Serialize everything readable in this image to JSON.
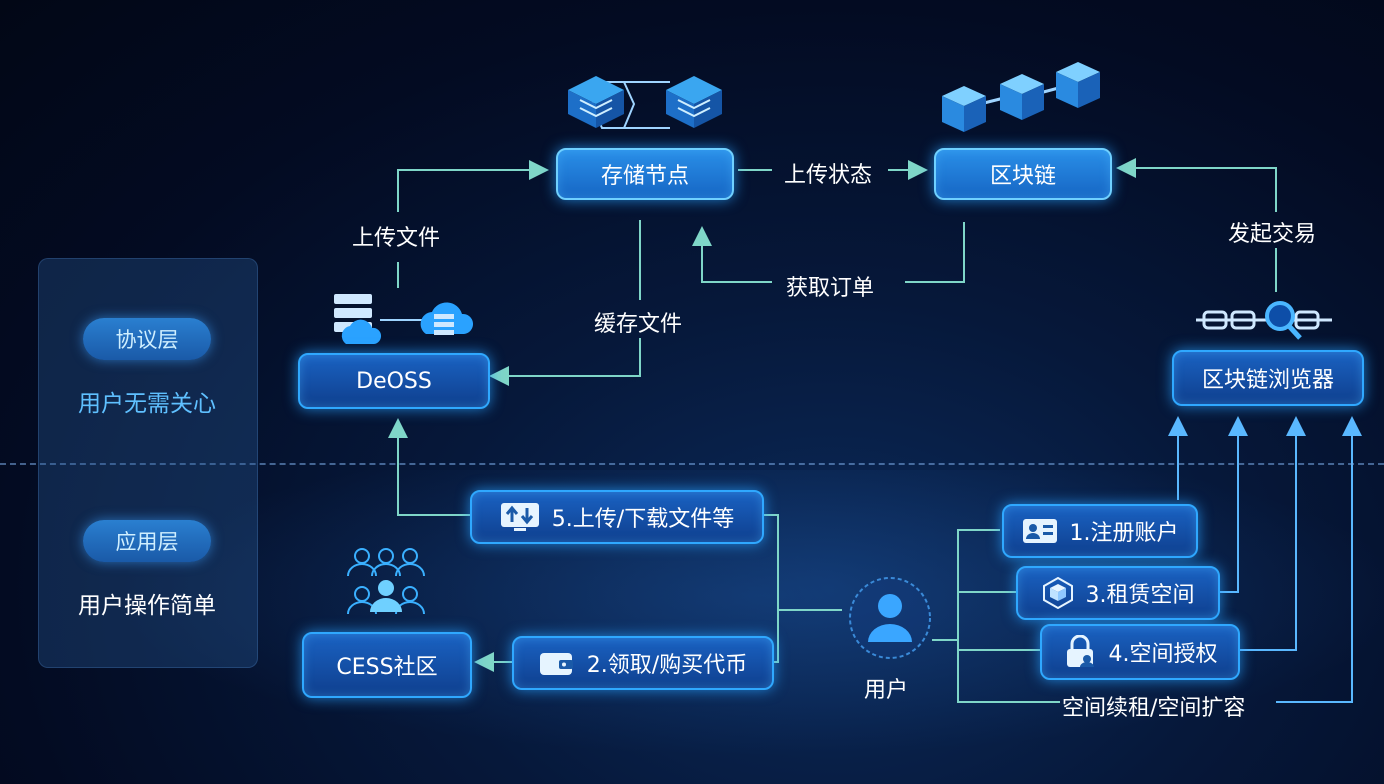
{
  "layers": {
    "protocol": {
      "name": "协议层",
      "desc": "用户无需关心"
    },
    "application": {
      "name": "应用层",
      "desc": "用户操作简单"
    }
  },
  "nodes": {
    "storage": "存储节点",
    "blockchain": "区块链",
    "deoss": "DeOSS",
    "explorer": "区块链浏览器",
    "community": "CESS社区",
    "user": "用户"
  },
  "actions": {
    "upload_download": "5.上传/下载文件等",
    "get_tokens": "2.领取/购买代币",
    "register": "1.注册账户",
    "rent_space": "3.租赁空间",
    "authorize": "4.空间授权"
  },
  "edges": {
    "upload_status": "上传状态",
    "upload_file": "上传文件",
    "get_order": "获取订单",
    "cache_file": "缓存文件",
    "initiate_tx": "发起交易",
    "renew_expand": "空间续租/空间扩容"
  },
  "colors": {
    "accent": "#2fa8ff",
    "line": "#7fd6c8",
    "pill": "#2a7fd0"
  }
}
